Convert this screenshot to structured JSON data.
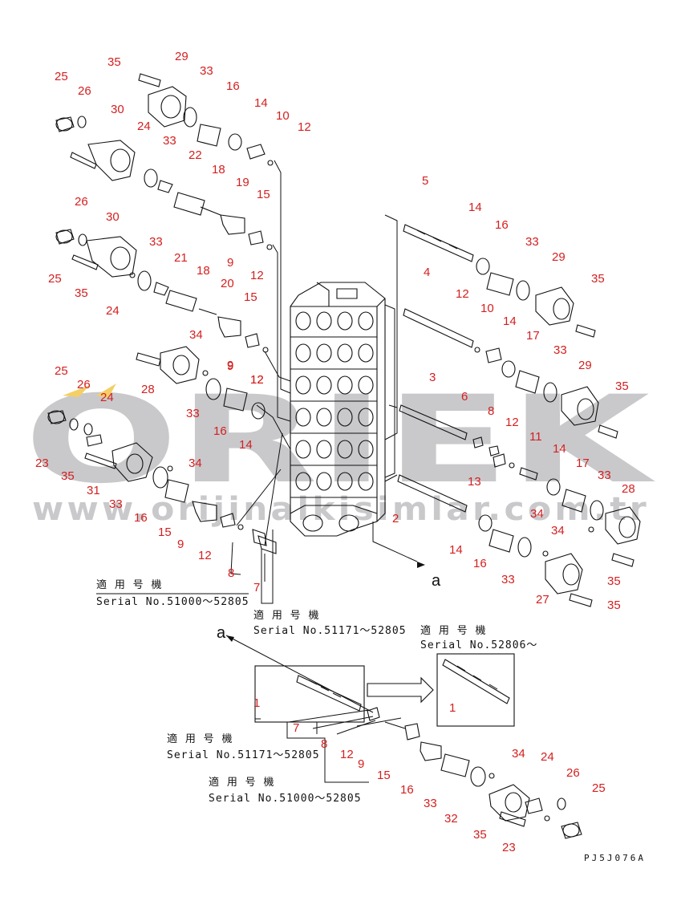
{
  "watermark": {
    "brand": "ORIEK",
    "url": "www.orijinalkisimlar.com.tr"
  },
  "diagram_code": "PJ5J076A",
  "view_marker": "a",
  "serial_notes": [
    {
      "id": "note1",
      "label": "適 用 号 機",
      "serial": "Serial No.51000～52805"
    },
    {
      "id": "note2",
      "label": "適 用 号 機",
      "serial": "Serial No.51171～52805"
    },
    {
      "id": "note3",
      "label": "適 用 号 機",
      "serial": "Serial No.52806～"
    },
    {
      "id": "note4",
      "label": "適 用 号 機",
      "serial": "Serial No.51171～52805"
    },
    {
      "id": "note5",
      "label": "適 用 号 機",
      "serial": "Serial No.51000～52805"
    }
  ],
  "callouts": [
    "25",
    "26",
    "35",
    "29",
    "33",
    "16",
    "14",
    "10",
    "12",
    "30",
    "24",
    "33",
    "22",
    "18",
    "19",
    "15",
    "9",
    "12",
    "5",
    "14",
    "16",
    "33",
    "29",
    "35",
    "26",
    "30",
    "33",
    "21",
    "18",
    "20",
    "15",
    "9",
    "12",
    "25",
    "35",
    "24",
    "4",
    "12",
    "10",
    "14",
    "17",
    "33",
    "29",
    "35",
    "34",
    "28",
    "9",
    "12",
    "25",
    "26",
    "24",
    "33",
    "16",
    "14",
    "3",
    "6",
    "8",
    "12",
    "11",
    "14",
    "17",
    "33",
    "28",
    "23",
    "35",
    "31",
    "34",
    "33",
    "16",
    "15",
    "9",
    "12",
    "8",
    "7",
    "13",
    "2",
    "14",
    "16",
    "33",
    "34",
    "34",
    "35",
    "27",
    "35",
    "1",
    "1",
    "7",
    "8",
    "12",
    "9",
    "15",
    "16",
    "34",
    "24",
    "26",
    "25",
    "33",
    "32",
    "35",
    "23"
  ]
}
